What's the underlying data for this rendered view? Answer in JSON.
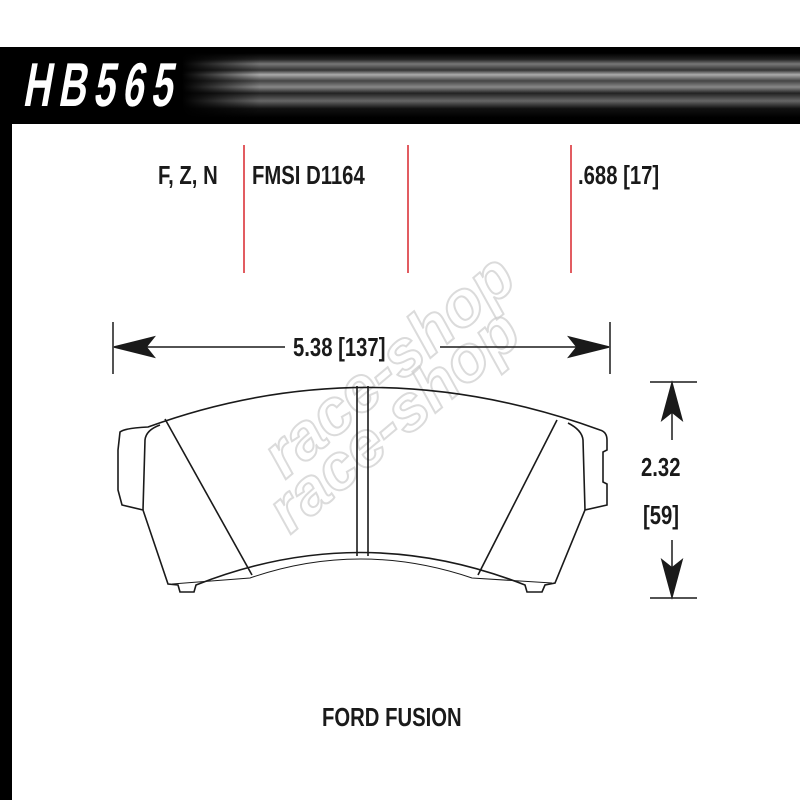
{
  "part_number": "HB565",
  "compounds": "F, Z, N",
  "fmsi": "FMSI D1164",
  "thickness": ".688 [17]",
  "width": "5.38 [137]",
  "height_in": "2.32",
  "height_mm": "[59]",
  "vehicle": "FORD FUSION",
  "watermark": "race-shop",
  "colors": {
    "accent_line": "#d9262c",
    "ink": "#1a1a1a"
  }
}
